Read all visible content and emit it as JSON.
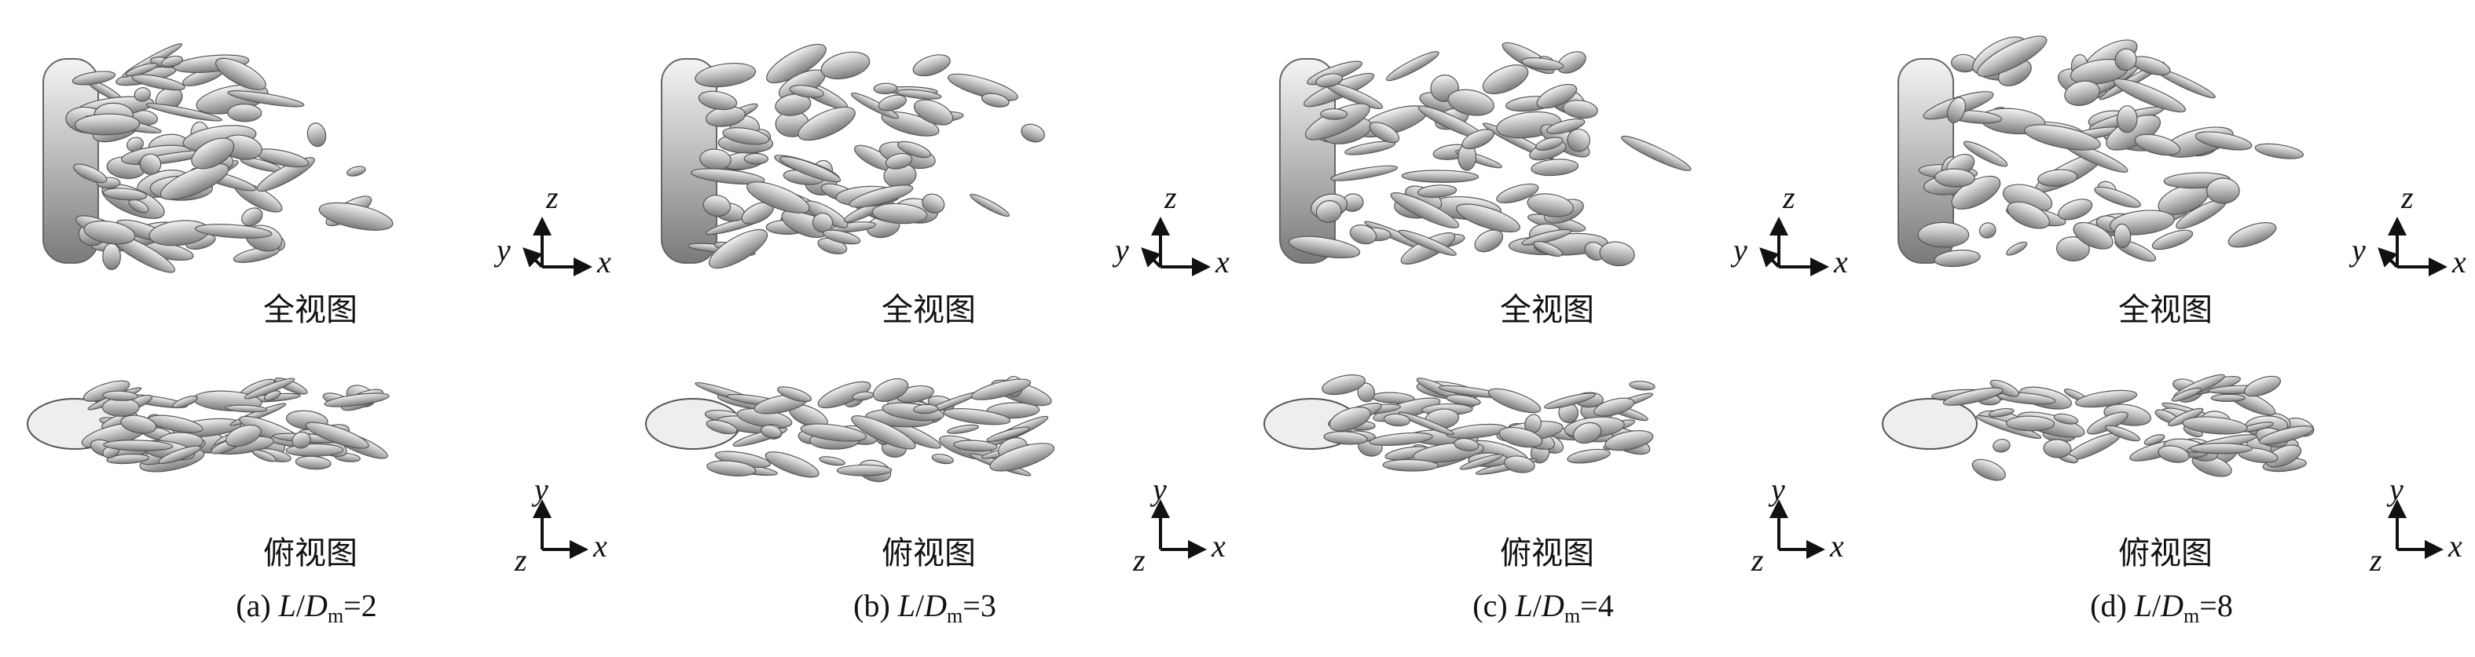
{
  "view_labels": {
    "full": "全视图",
    "top": "俯视图"
  },
  "axis_labels": {
    "x": "x",
    "y": "y",
    "z": "z"
  },
  "panels": [
    {
      "letter": "(a)",
      "L": "L",
      "slash": "/",
      "D": "D",
      "sub": "m",
      "eq": "=2"
    },
    {
      "letter": "(b)",
      "L": "L",
      "slash": "/",
      "D": "D",
      "sub": "m",
      "eq": "=3"
    },
    {
      "letter": "(c)",
      "L": "L",
      "slash": "/",
      "D": "D",
      "sub": "m",
      "eq": "=4"
    },
    {
      "letter": "(d)",
      "L": "L",
      "slash": "/",
      "D": "D",
      "sub": "m",
      "eq": "=8"
    }
  ]
}
